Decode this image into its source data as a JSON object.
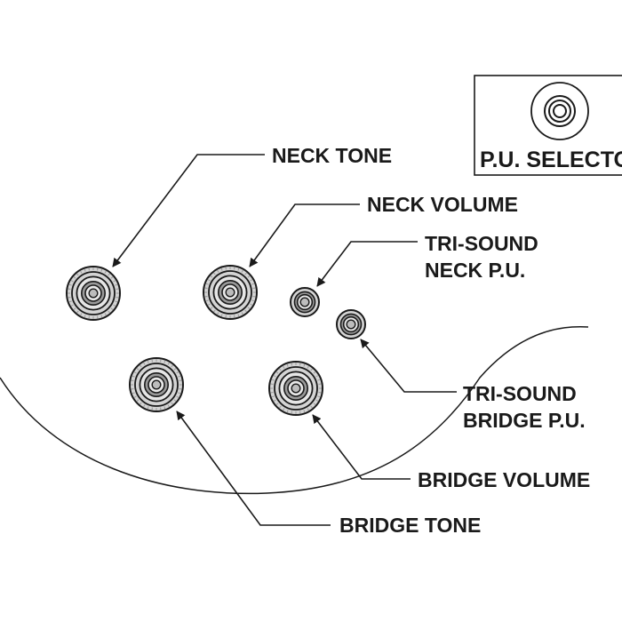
{
  "selector": {
    "label": "P.U. SELECTOR"
  },
  "controls": {
    "neck_tone": {
      "label": "NECK TONE"
    },
    "neck_volume": {
      "label": "NECK VOLUME"
    },
    "tri_sound_neck": {
      "label_line1": "TRI-SOUND",
      "label_line2": "NECK P.U."
    },
    "tri_sound_bridge": {
      "label_line1": "TRI-SOUND",
      "label_line2": "BRIDGE P.U."
    },
    "bridge_volume": {
      "label": "BRIDGE VOLUME"
    },
    "bridge_tone": {
      "label": "BRIDGE TONE"
    }
  },
  "colors": {
    "line": "#1a1a1a",
    "knob_fill": "#d4d4d4",
    "knob_dark": "#9a9a9a",
    "background": "#ffffff"
  },
  "icons": [
    "knob-icon",
    "mini-switch-icon",
    "selector-switch-icon",
    "arrow-icon"
  ]
}
